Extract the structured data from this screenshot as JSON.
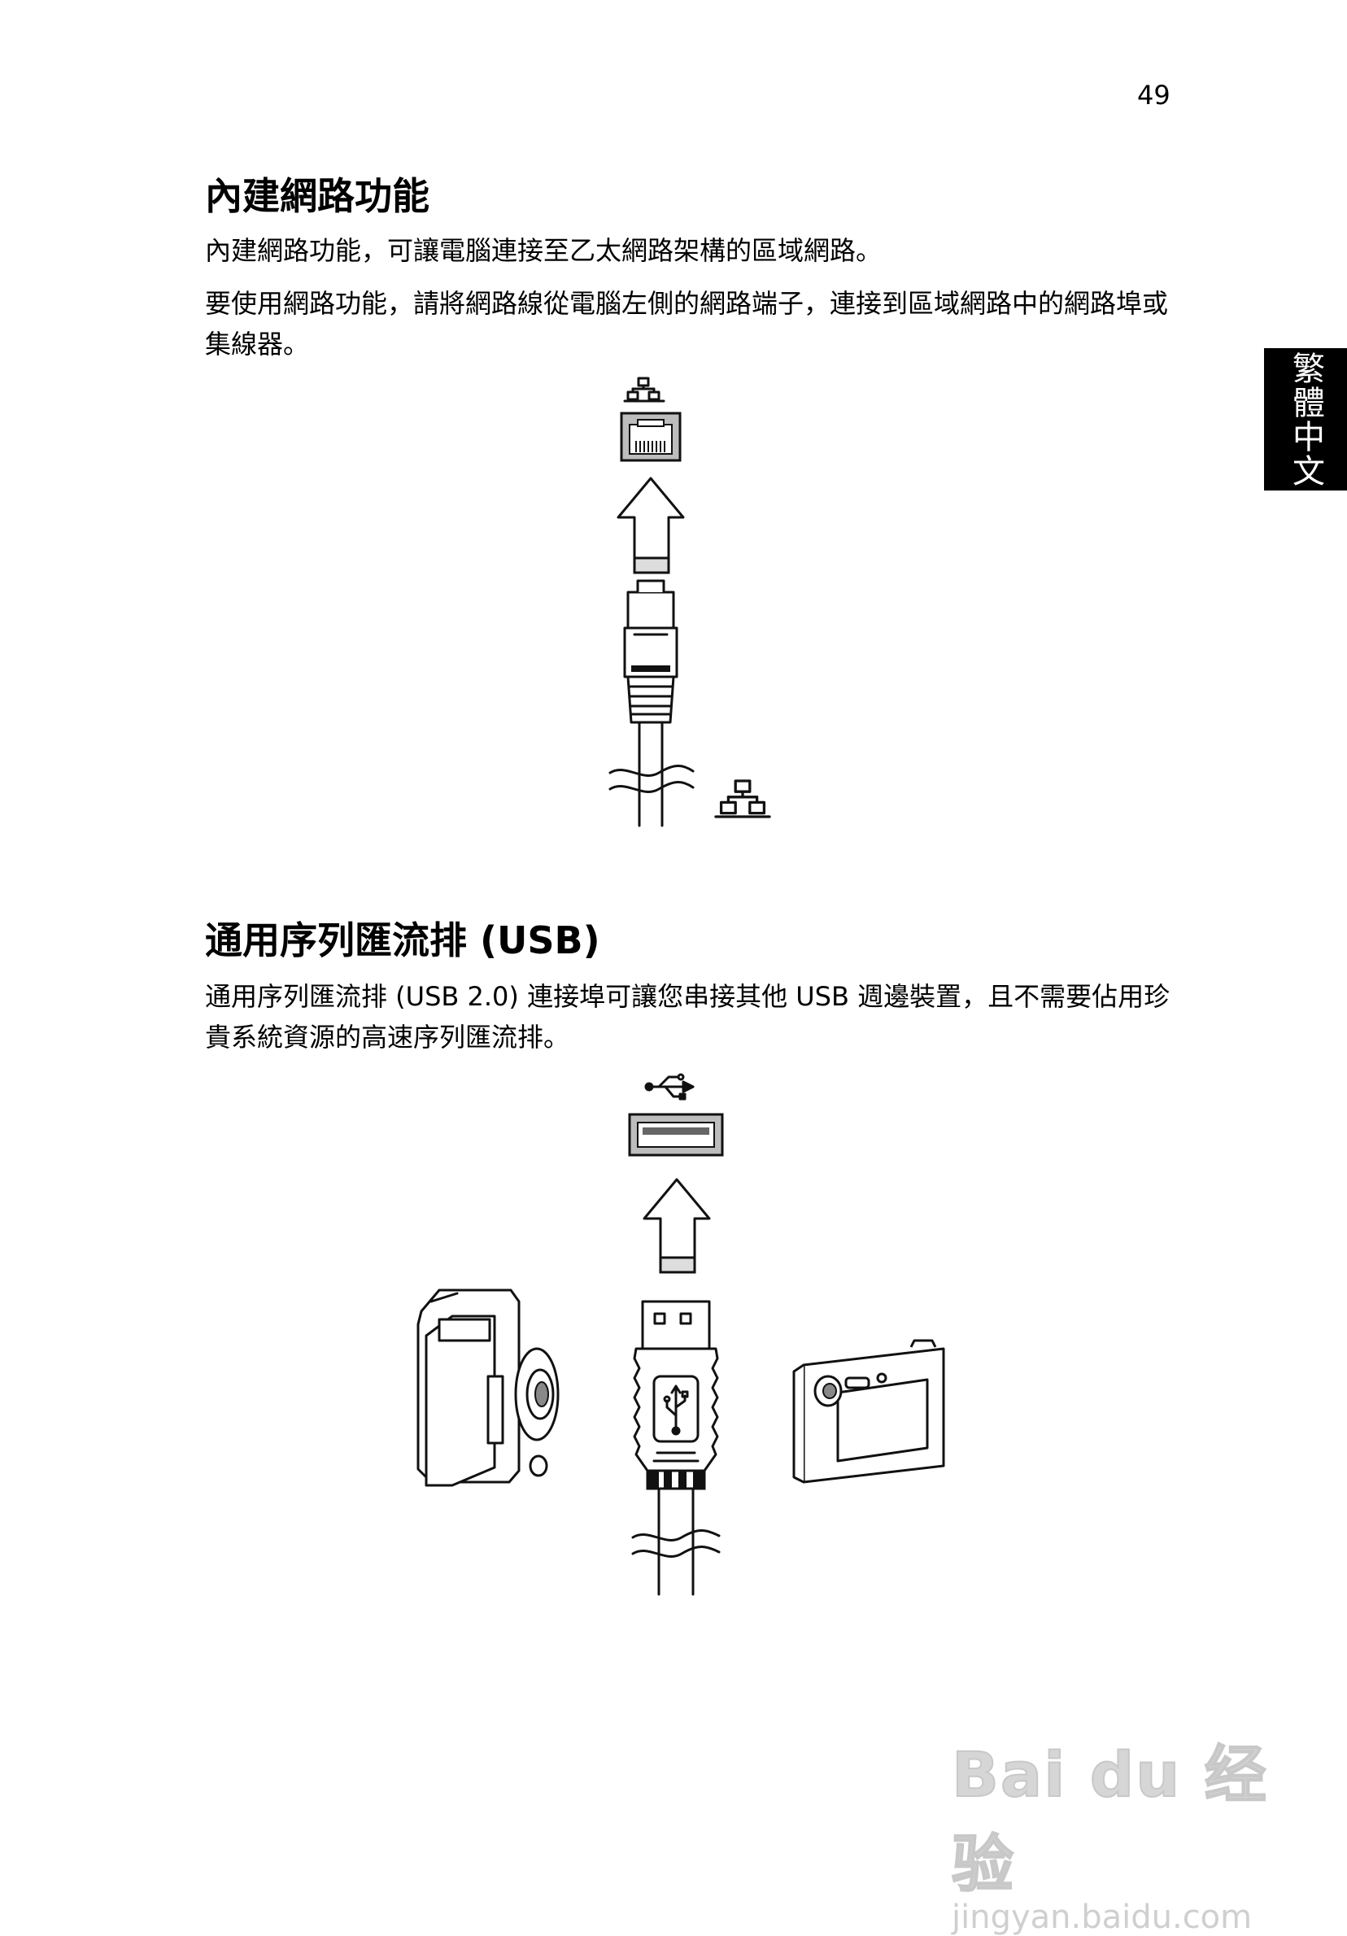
{
  "page_number": "49",
  "language_tab": "繁體中文",
  "section_network": {
    "title": "內建網路功能",
    "para1": "內建網路功能，可讓電腦連接至乙太網路架構的區域網路。",
    "para2": "要使用網路功能，請將網路線從電腦左側的網路端子，連接到區域網路中的網路埠或集線器。"
  },
  "section_usb": {
    "title": "通用序列匯流排 (USB)",
    "para1": "通用序列匯流排 (USB 2.0) 連接埠可讓您串接其他 USB 週邊裝置，且不需要佔用珍貴系統資源的高速序列匯流排。"
  },
  "watermark": {
    "brand": "Bai du 经验",
    "url": "jingyan.baidu.com"
  },
  "icons": {
    "network": "network-icon",
    "usb": "usb-icon"
  }
}
